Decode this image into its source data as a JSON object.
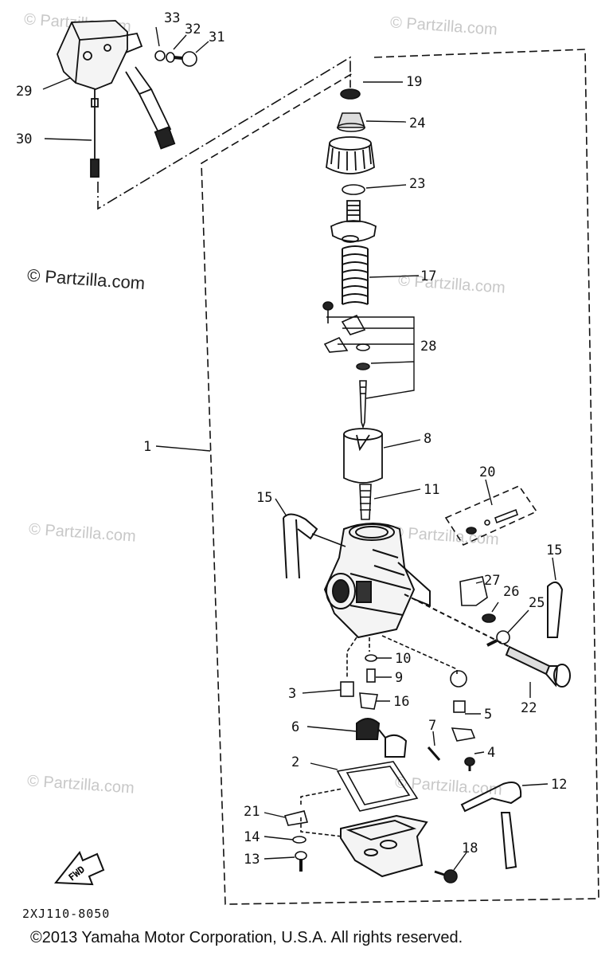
{
  "watermark": "© Partzilla.com",
  "watermark_main": "© Partzilla.com",
  "labels": {
    "l1": "1",
    "l2": "2",
    "l3": "3",
    "l4": "4",
    "l5": "5",
    "l6": "6",
    "l7": "7",
    "l8": "8",
    "l9": "9",
    "l10": "10",
    "l11": "11",
    "l12": "12",
    "l13": "13",
    "l14": "14",
    "l15a": "15",
    "l15b": "15",
    "l16": "16",
    "l17": "17",
    "l18": "18",
    "l19": "19",
    "l20": "20",
    "l21": "21",
    "l22": "22",
    "l23": "23",
    "l24": "24",
    "l25": "25",
    "l26": "26",
    "l27": "27",
    "l28": "28",
    "l29": "29",
    "l30": "30",
    "l31": "31",
    "l32": "32",
    "l33": "33"
  },
  "fwd_label": "FWD",
  "diagram_code": "2XJ110-8050",
  "copyright": "©2013 Yamaha Motor Corporation, U.S.A. All rights reserved."
}
